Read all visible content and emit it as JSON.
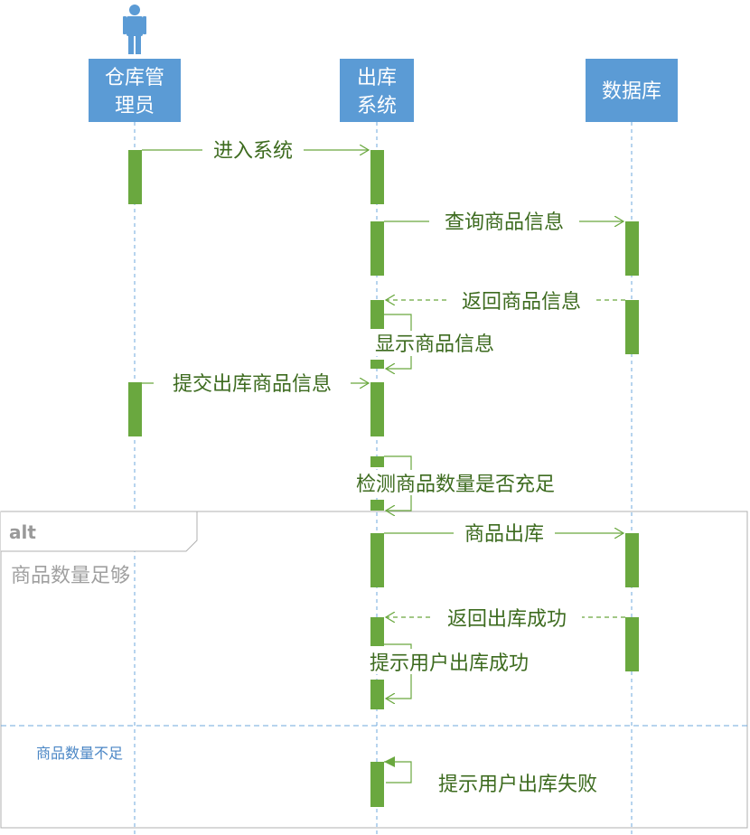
{
  "participants": {
    "warehouse_manager": {
      "line1": "仓库管",
      "line2": "理员"
    },
    "outbound_system": {
      "line1": "出库",
      "line2": "系统"
    },
    "database": {
      "line1": "数据库"
    }
  },
  "messages": {
    "enter_system": "进入系统",
    "query_product": "查询商品信息",
    "return_product": "返回商品信息",
    "show_product": "显示商品信息",
    "submit_outbound": "提交出库商品信息",
    "check_quantity": "检测商品数量是否充足",
    "product_outbound": "商品出库",
    "return_success": "返回出库成功",
    "notify_success": "提示用户出库成功",
    "notify_failure": "提示用户出库失败"
  },
  "alt_frame": {
    "tag": "alt",
    "guard_sufficient": "商品数量足够",
    "guard_insufficient": "商品数量不足"
  },
  "colors": {
    "header": "#5b9bd5",
    "activation": "#6aa83f",
    "message_text": "#3d6b1f",
    "lifeline": "#6fa8dc"
  }
}
